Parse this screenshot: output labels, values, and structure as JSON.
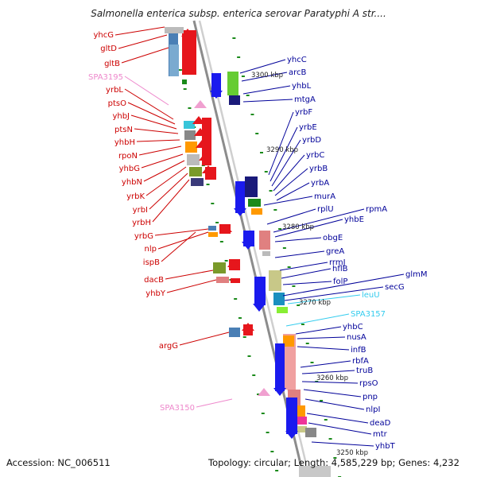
{
  "title": "Salmonella enterica subsp. enterica serovar Paratyphi A str....",
  "footer": {
    "accession": "Accession: NC_006511",
    "summary": "Topology: circular; Length: 4,585,229 bp; Genes: 4,232"
  },
  "colors": {
    "forward_label": "#cc0000",
    "reverse_label": "#000099",
    "pseudo_label": "#ee88cc",
    "cyan_label": "#33ccee",
    "backbone": "#9a9a9a",
    "tick": "#1a8a1a"
  },
  "scale_labels": [
    "3300 kbp",
    "3290 kbp",
    "3280 kbp",
    "3270 kbp",
    "3260 kbp",
    "3250 kbp"
  ],
  "left_labels": [
    {
      "text": "yhcG",
      "kind": "fwd"
    },
    {
      "text": "gltD",
      "kind": "fwd"
    },
    {
      "text": "gltB",
      "kind": "fwd"
    },
    {
      "text": "SPA3195",
      "kind": "pseudo"
    },
    {
      "text": "yrbL",
      "kind": "fwd"
    },
    {
      "text": "ptsO",
      "kind": "fwd"
    },
    {
      "text": "yhbJ",
      "kind": "fwd"
    },
    {
      "text": "ptsN",
      "kind": "fwd"
    },
    {
      "text": "yhbH",
      "kind": "fwd"
    },
    {
      "text": "rpoN",
      "kind": "fwd"
    },
    {
      "text": "yhbG",
      "kind": "fwd"
    },
    {
      "text": "yhbN",
      "kind": "fwd"
    },
    {
      "text": "yrbK",
      "kind": "fwd"
    },
    {
      "text": "yrbI",
      "kind": "fwd"
    },
    {
      "text": "yrbH",
      "kind": "fwd"
    },
    {
      "text": "yrbG",
      "kind": "fwd"
    },
    {
      "text": "nlp",
      "kind": "fwd"
    },
    {
      "text": "ispB",
      "kind": "fwd"
    },
    {
      "text": "dacB",
      "kind": "fwd"
    },
    {
      "text": "yhbY",
      "kind": "fwd"
    },
    {
      "text": "argG",
      "kind": "fwd"
    },
    {
      "text": "SPA3150",
      "kind": "pseudo"
    }
  ],
  "right_labels": [
    {
      "text": "yhcC",
      "kind": "rev"
    },
    {
      "text": "arcB",
      "kind": "rev"
    },
    {
      "text": "yhbL",
      "kind": "rev"
    },
    {
      "text": "mtgA",
      "kind": "rev"
    },
    {
      "text": "yrbF",
      "kind": "rev"
    },
    {
      "text": "yrbE",
      "kind": "rev"
    },
    {
      "text": "yrbD",
      "kind": "rev"
    },
    {
      "text": "yrbC",
      "kind": "rev"
    },
    {
      "text": "yrbB",
      "kind": "rev"
    },
    {
      "text": "yrbA",
      "kind": "rev"
    },
    {
      "text": "murA",
      "kind": "rev"
    },
    {
      "text": "rplU",
      "kind": "rev"
    },
    {
      "text": "rpmA",
      "kind": "rev"
    },
    {
      "text": "yhbE",
      "kind": "rev"
    },
    {
      "text": "obgE",
      "kind": "rev"
    },
    {
      "text": "greA",
      "kind": "rev"
    },
    {
      "text": "rrmJ",
      "kind": "rev"
    },
    {
      "text": "hflB",
      "kind": "rev"
    },
    {
      "text": "folP",
      "kind": "rev"
    },
    {
      "text": "glmM",
      "kind": "rev"
    },
    {
      "text": "secG",
      "kind": "rev"
    },
    {
      "text": "leuU",
      "kind": "cyan"
    },
    {
      "text": "SPA3157",
      "kind": "cyan"
    },
    {
      "text": "yhbC",
      "kind": "rev"
    },
    {
      "text": "nusA",
      "kind": "rev"
    },
    {
      "text": "infB",
      "kind": "rev"
    },
    {
      "text": "rbfA",
      "kind": "rev"
    },
    {
      "text": "truB",
      "kind": "rev"
    },
    {
      "text": "rpsO",
      "kind": "rev"
    },
    {
      "text": "pnp",
      "kind": "rev"
    },
    {
      "text": "nlpI",
      "kind": "rev"
    },
    {
      "text": "deaD",
      "kind": "rev"
    },
    {
      "text": "mtr",
      "kind": "rev"
    },
    {
      "text": "yhbT",
      "kind": "rev"
    }
  ]
}
